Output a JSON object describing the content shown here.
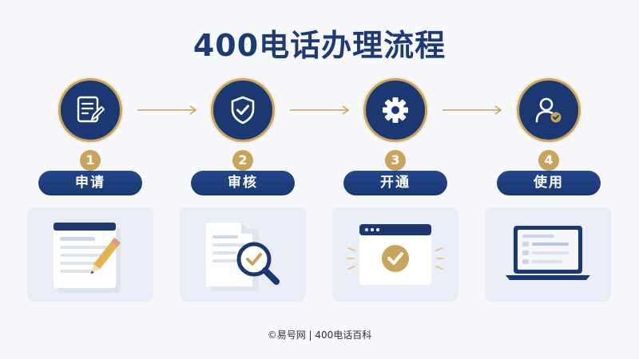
{
  "title": "400电话办理流程",
  "steps": [
    {
      "number": "1",
      "label": "申请"
    },
    {
      "number": "2",
      "label": "审核"
    },
    {
      "number": "3",
      "label": "开通"
    },
    {
      "number": "4",
      "label": "使用"
    }
  ],
  "footer": "©易号网 | 400电话百科",
  "colors": {
    "navy": "#1b3872",
    "gold": "#c9a55b",
    "background": "#f7f8fb",
    "card": "#e9edf5"
  },
  "icons": [
    "document-edit-icon",
    "shield-check-icon",
    "gear-icon",
    "user-check-icon"
  ]
}
